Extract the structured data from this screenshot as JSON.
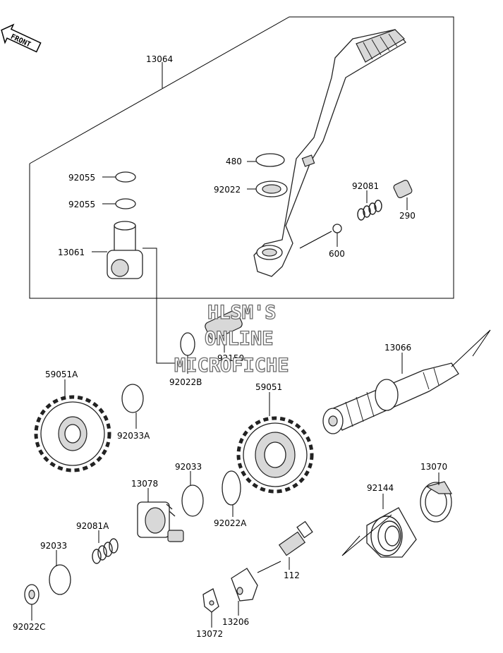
{
  "front_badge": "FRONT",
  "watermark": [
    "HLSM'S",
    "ONLINE",
    "MICROFICHE"
  ],
  "labels": {
    "p13064": "13064",
    "p92055a": "92055",
    "p92055b": "92055",
    "p13061": "13061",
    "p480": "480",
    "p92022": "92022",
    "p92081": "92081",
    "p290": "290",
    "p600": "600",
    "p92150": "92150",
    "p92022b": "92022B",
    "p13066": "13066",
    "p59051a": "59051A",
    "p92033a": "92033A",
    "p59051": "59051",
    "p92033": "92033",
    "p13078": "13078",
    "p92022a": "92022A",
    "p92081a": "92081A",
    "p92033b": "92033",
    "p92022c": "92022C",
    "p13070": "13070",
    "p92144": "92144",
    "p112": "112",
    "p13206": "13206",
    "p13072": "13072"
  },
  "colors": {
    "line": "#000000",
    "part_fill": "#ffffff",
    "shade": "#d8d8d8",
    "watermark_stroke": "#6a6a6a"
  }
}
